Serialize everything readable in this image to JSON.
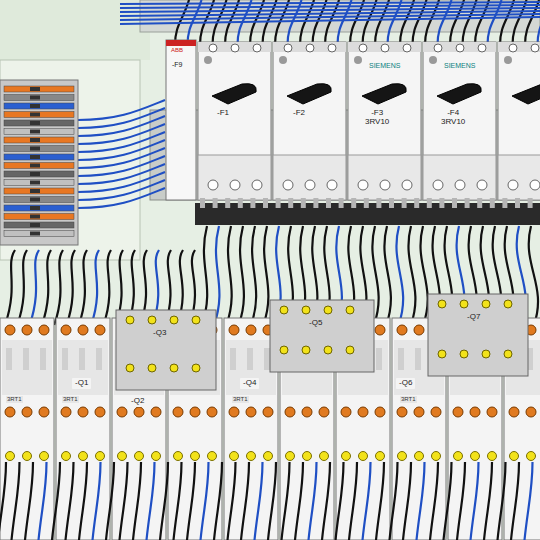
{
  "diagram": {
    "nodes": [
      {
        "text": [
          "-F9"
        ]
      },
      {
        "text": [
          "-F1"
        ]
      },
      {
        "text": [
          "-F2"
        ]
      },
      {
        "text": [
          "-F3",
          "3RV10"
        ]
      },
      {
        "text": [
          "-F4",
          "3RV10"
        ]
      },
      {
        "text": [
          "-Q1"
        ]
      },
      {
        "text": [
          "-Q2"
        ]
      },
      {
        "text": [
          "-Q3"
        ]
      },
      {
        "text": [
          "-Q4"
        ]
      },
      {
        "text": [
          "-Q5"
        ]
      },
      {
        "text": [
          "-Q6"
        ]
      },
      {
        "text": [
          "-Q7"
        ]
      }
    ],
    "labels": [
      "ABB",
      "SIEMENS",
      "SIEMENS",
      "3RT1",
      "3RT1",
      "3RT1",
      "3RT1"
    ]
  }
}
